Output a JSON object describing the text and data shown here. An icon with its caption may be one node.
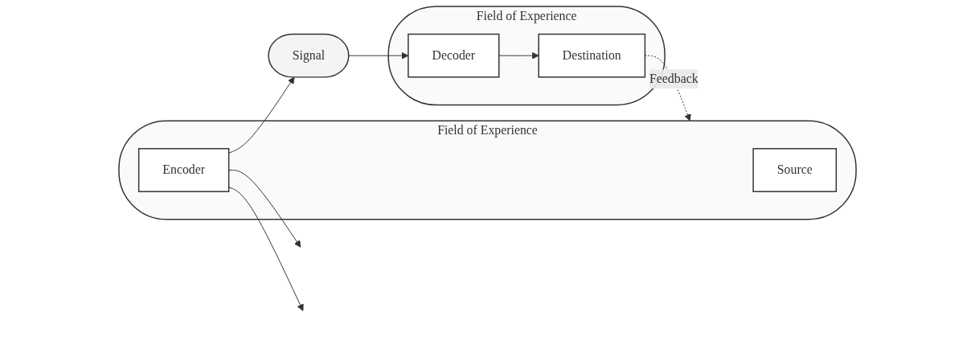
{
  "diagram": {
    "nodes": [
      {
        "text": [
          "Field of Experience"
        ]
      },
      {
        "text": [
          "Source"
        ],
        "in": 0
      },
      {
        "text": [
          "Encoder"
        ],
        "in": 0
      },
      {
        "text": [
          "Field of Experience"
        ]
      },
      {
        "text": [
          "Signal"
        ]
      },
      {
        "text": [
          "Decoder"
        ],
        "in": 3
      },
      {
        "text": [
          "Destination"
        ],
        "in": 3
      }
    ],
    "edges": [
      {
        "from": 2,
        "to": 4,
        "arrow": "to"
      },
      {
        "from": 2,
        "to": null,
        "arrow": "to"
      },
      {
        "from": 2,
        "to": null,
        "arrow": "to"
      },
      {
        "from": 4,
        "to": 5,
        "arrow": "to"
      },
      {
        "from": 5,
        "to": 6,
        "arrow": "to"
      },
      {
        "from": 6,
        "to": 0,
        "arrow": "to",
        "label": "Feedback",
        "style": "dashed"
      }
    ]
  }
}
